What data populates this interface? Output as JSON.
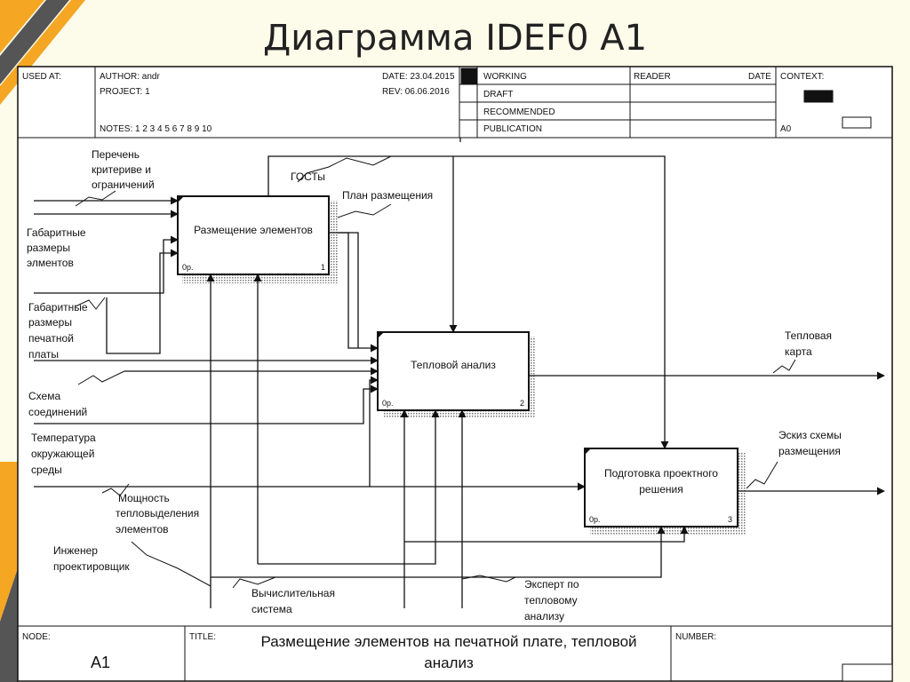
{
  "slide_title": "Диаграмма IDEF0 A1",
  "header": {
    "used_at": "USED AT:",
    "author": "AUTHOR:  andr",
    "project": "PROJECT:  1",
    "date": "DATE:  23.04.2015",
    "rev": "REV:    06.06.2016",
    "notes": "NOTES:  1  2  3  4  5  6  7  8  9  10",
    "working": "WORKING",
    "draft": "DRAFT",
    "recommended": "RECOMMENDED",
    "publication": "PUBLICATION",
    "reader": "READER",
    "reader_date": "DATE",
    "context": "CONTEXT:",
    "context_node": "A0"
  },
  "boxes": {
    "b1": {
      "title": "Размещение элементов",
      "ref": "0р.",
      "num": "1"
    },
    "b2": {
      "title": "Тепловой анализ",
      "ref": "0р.",
      "num": "2"
    },
    "b3": {
      "title_line1": "Подготовка проектного",
      "title_line2": "решения",
      "ref": "0р.",
      "num": "3"
    }
  },
  "labels": {
    "criteria": [
      "Перечень",
      "критериве и",
      "ограничений"
    ],
    "gosts": "ГОСТы",
    "placement_plan": "План размещения",
    "elem_dims": [
      "Габаритные",
      "размеры",
      "элментов"
    ],
    "board_dims": [
      "Габаритные",
      "размеры",
      "печатной",
      "платы"
    ],
    "scheme": [
      "Схема",
      "соединений"
    ],
    "temperature": [
      "Температура",
      "окружающей",
      "среды"
    ],
    "power": [
      "Мощность",
      "тепловыделения",
      "элементов"
    ],
    "engineer": [
      "Инженер",
      "проектировщик"
    ],
    "computer": [
      "Вычислительная",
      "система"
    ],
    "expert": [
      "Эксперт по",
      "тепловому",
      "анализу"
    ],
    "thermal_map": [
      "Тепловая",
      "карта"
    ],
    "sketch": [
      "Эскиз схемы",
      "размещения"
    ]
  },
  "footer": {
    "node_label": "NODE:",
    "node_value": "A1",
    "title_label": "TITLE:",
    "title_line1": "Размещение элементов на печатной  плате, тепловой",
    "title_line2": "анализ",
    "number_label": "NUMBER:"
  }
}
